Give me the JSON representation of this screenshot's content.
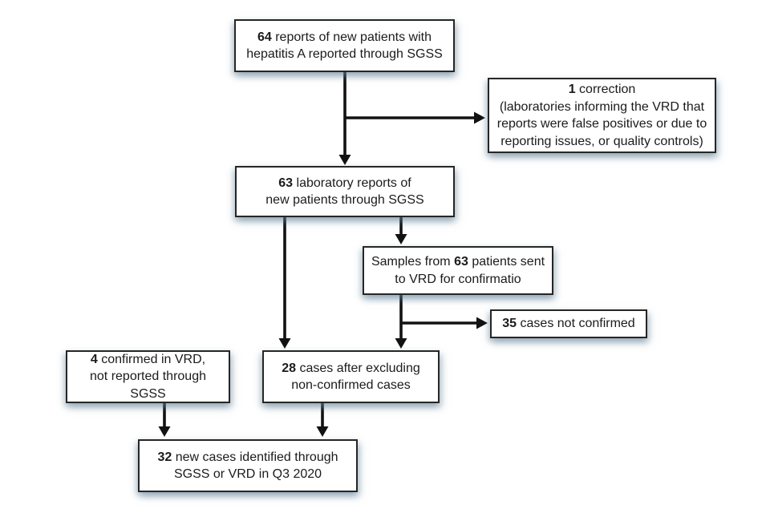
{
  "diagram": {
    "type": "flowchart",
    "description": "Case identification flow for hepatitis A reports, Q3 2020"
  },
  "colors": {
    "background": "#ffffff",
    "box_fill": "#ffffff",
    "box_border": "#262626",
    "box_shadow": "#5c7c94",
    "arrow": "#121212",
    "text": "#1b1b1b"
  },
  "nodes": {
    "reports": {
      "bold": "64",
      "rest": " reports of new patients with",
      "line2": "hepatitis A reported through SGSS"
    },
    "correction": {
      "bold": "1",
      "rest": " correction",
      "line2": "(laboratories informing the VRD that",
      "line3": "reports were false positives or due to",
      "line4": "reporting issues, or quality controls)"
    },
    "lab_reports": {
      "bold": "63",
      "rest": " laboratory reports of",
      "line2": "new patients through SGSS"
    },
    "samples": {
      "pre": "Samples from ",
      "bold": "63",
      "rest": " patients sent",
      "line2": "to VRD for confirmatio"
    },
    "not_confirmed": {
      "bold": "35",
      "rest": " cases not confirmed"
    },
    "vrd_confirmed": {
      "bold": "4",
      "rest": " confirmed in VRD,",
      "line2": "not reported through SGSS"
    },
    "after_excluding": {
      "bold": "28",
      "rest": " cases after excluding",
      "line2": "non-confirmed cases"
    },
    "new_cases": {
      "bold": "32",
      "rest": " new cases identified through",
      "line2": "SGSS or VRD in Q3 2020"
    }
  }
}
